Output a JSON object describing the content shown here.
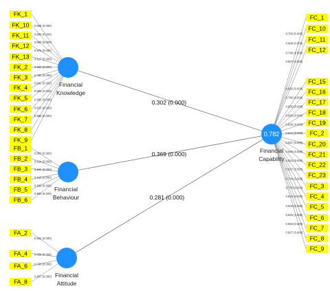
{
  "colors": {
    "indicator_fill": "#ffff00",
    "construct_fill": "#1e90ff",
    "line": "#777777",
    "r2_text": "#ffffff"
  },
  "constructs": [
    {
      "id": "fk",
      "label": [
        "Financial",
        "Knowledge"
      ],
      "r2": ""
    },
    {
      "id": "fb",
      "label": [
        "Financial",
        "Behaviour"
      ],
      "r2": ""
    },
    {
      "id": "fa",
      "label": [
        "Financial",
        "Attitude"
      ],
      "r2": ""
    },
    {
      "id": "fc",
      "label": [
        "Financial",
        "Capability"
      ],
      "r2": "0.782"
    }
  ],
  "indicators": {
    "fk": [
      "FK_1",
      "FK_10",
      "FK_11",
      "FK_12",
      "FK_13",
      "FK_2",
      "FK_3",
      "FK_4",
      "FK_5",
      "FK_6",
      "FK_7",
      "FK_8",
      "FK_9"
    ],
    "fb": [
      "FB_1",
      "FB_2",
      "FB_3",
      "FB_4",
      "FB_5",
      "FB_6"
    ],
    "fa": [
      "FA_2",
      "FA_4",
      "FA_6",
      "FA_8"
    ],
    "fc": [
      "FC_1",
      "FC_10",
      "FC_11",
      "FC_12",
      "FC_15",
      "FC_16",
      "FC_17",
      "FC_18",
      "FC_19",
      "FC_2",
      "FC_20",
      "FC_21",
      "FC_22",
      "FC_23",
      "FC_3",
      "FC_4",
      "FC_5",
      "FC_6",
      "FC_7",
      "FC_8",
      "FC_9"
    ]
  },
  "loadings": {
    "fk": [
      "0.868 (0.000)",
      "0.866 (0.000)",
      "0.850 (0.000)",
      "0.875 (0.000)",
      "0.817 (0.000)",
      "0.800 (0.000)",
      "0.782 (0.000)",
      "0.841 (0.000)",
      "0.808 (0.000)",
      "0.850 (0.000)",
      "0.810 (0.000)",
      "0.855 (0.000)",
      ""
    ],
    "fb": [
      "0.903 (0.000)",
      "0.914 (0.000)",
      "0.902 (0.000)",
      "0.918 (0.000)",
      "0.909 (0.000)",
      "0.893 (0.000)"
    ],
    "fa": [
      "0.554 (0.000)",
      "0.858 (0.000)",
      "0.730 (0.000)",
      "0.857 (0.000)"
    ],
    "fc": [
      "0.783 (0.000)",
      "0.668 (0.000)",
      "0.748 (0.000)",
      "0.807 (0.000)",
      "0.826 (0.000)",
      "0.786 (0.000)",
      "0.835 (0.000)",
      "0.856 (0.000)",
      "0.836 (0.000)",
      "0.834 (0.000)",
      "0.837 (0.000)",
      "0.849 (0.000)",
      "0.823 (0.000)",
      "0.827 (0.000)",
      "0.704 (0.000)",
      "0.775 (0.000)",
      "0.844 (0.000)",
      "0.832 (0.000)",
      "0.815 (0.000)",
      "0.853 (0.000)",
      "0.827 (0.000)"
    ]
  },
  "paths": [
    {
      "from": "fk",
      "to": "fc",
      "label": "0.302 (0.000)"
    },
    {
      "from": "fb",
      "to": "fc",
      "label": "0.369 (0.000)"
    },
    {
      "from": "fa",
      "to": "fc",
      "label": "0.281 (0.000)"
    }
  ]
}
